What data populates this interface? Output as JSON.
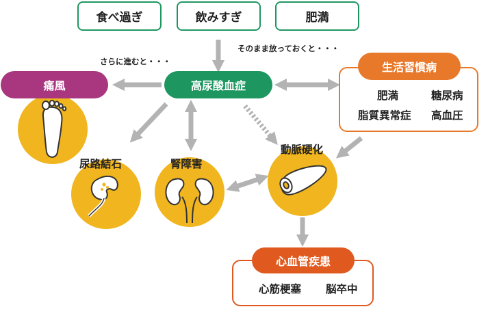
{
  "causes": [
    "食べ過ぎ",
    "飲みすぎ",
    "肥満"
  ],
  "notes": {
    "left": "さらに進むと・・・",
    "right": "そのまま放っておくと・・・"
  },
  "center": "高尿酸血症",
  "gout": "痛風",
  "lifestyle": {
    "title": "生活習慣病",
    "items": [
      "肥満",
      "糖尿病",
      "脂質異常症",
      "高血圧"
    ]
  },
  "complications": {
    "stone": "尿路結石",
    "kidney": "腎障害",
    "artery": "動脈硬化"
  },
  "cardio": {
    "title": "心血管疾患",
    "items": [
      "心筋梗塞",
      "脳卒中"
    ]
  },
  "colors": {
    "green": "#1e9660",
    "purple": "#a8377f",
    "orange": "#e8792b",
    "orange_red": "#e05a1f",
    "yellow": "#f0b51f",
    "arrow": "#b3b3b3"
  }
}
